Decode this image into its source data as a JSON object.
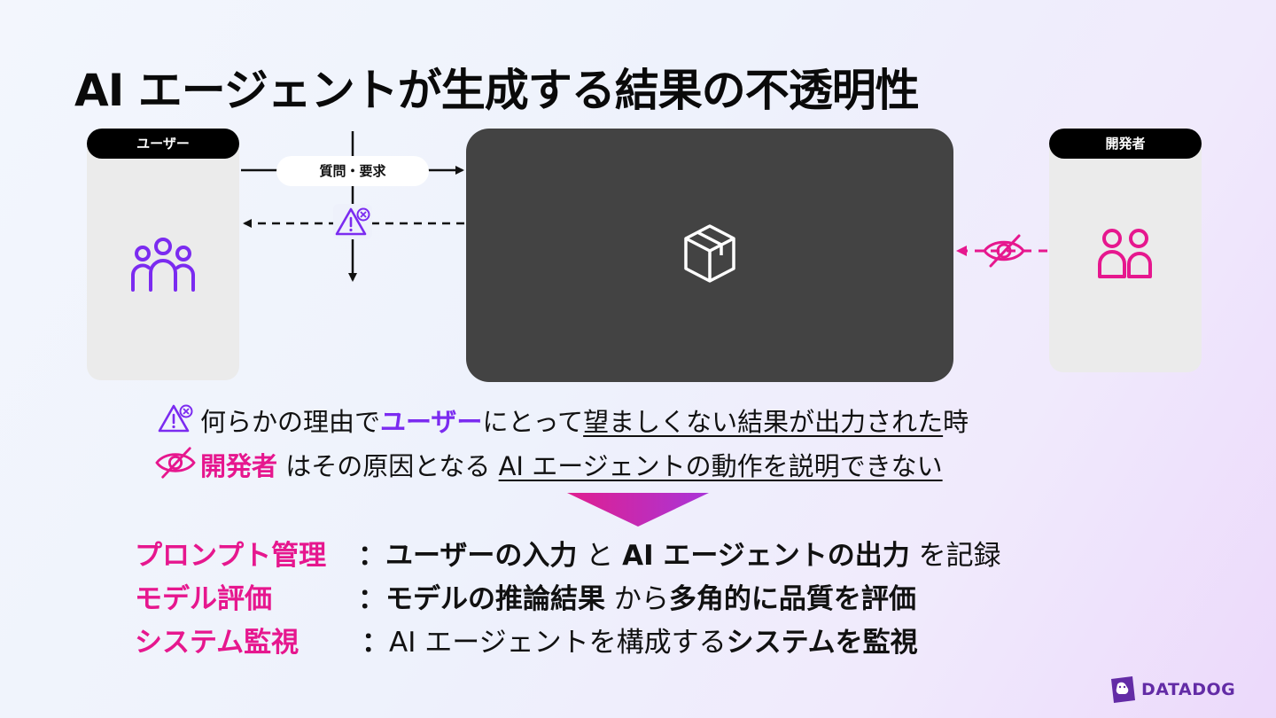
{
  "title": "AI エージェントが生成する結果の不透明性",
  "diagram": {
    "user_label": "ユーザー",
    "developer_label": "開発者",
    "query_label": "質問・要求"
  },
  "line1": {
    "part1": "何らかの理由で",
    "part2": "ユーザー",
    "part3": "にとって",
    "part4": "望ましくない結果が出力された",
    "part5": "時"
  },
  "line2": {
    "part1": "開発者",
    "part2": " はその原因となる ",
    "part3": "AI エージェントの動作を説明できない"
  },
  "features": [
    {
      "label": "プロンプト管理",
      "colon": "：",
      "d1": "ユーザーの入力",
      "d2": " と ",
      "d3": "AI エージェントの出力",
      "d4": " を記録"
    },
    {
      "label": "モデル評価",
      "colon": "：",
      "d1": "モデルの推論結果",
      "d2": " から",
      "d3": "多角的に品質を評価"
    },
    {
      "label": "システム監視",
      "colon": "：",
      "d1": "AI エージェントを構成する",
      "d2": "システムを監視"
    }
  ],
  "logo": {
    "text": "DATADOG"
  },
  "colors": {
    "purple": "#7b2bf0",
    "pink": "#e6178e",
    "blackbox": "#434343",
    "logo": "#632ca6"
  },
  "icons": [
    "users-icon",
    "developers-icon",
    "package-icon",
    "warning-icon",
    "eye-off-icon",
    "datadog-logo-icon"
  ]
}
